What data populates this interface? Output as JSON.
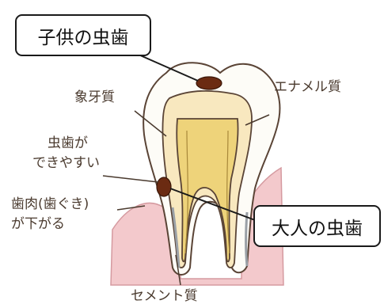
{
  "callouts": {
    "child_cavity": "子供の虫歯",
    "adult_cavity": "大人の虫歯"
  },
  "labels": {
    "dentin": "象牙質",
    "enamel": "エナメル質",
    "prone_line1": "虫歯が",
    "prone_line2": "できやすい",
    "gum_line1": "歯肉(歯ぐき)",
    "gum_line2": "が下がる",
    "cementum": "セメント質"
  },
  "colors": {
    "gum": "#f3c9cc",
    "enamel": "#fdfcf7",
    "dentin": "#f8e8bf",
    "pulp": "#eed37a",
    "cavity": "#6b2b12",
    "outline": "#5a4436"
  }
}
